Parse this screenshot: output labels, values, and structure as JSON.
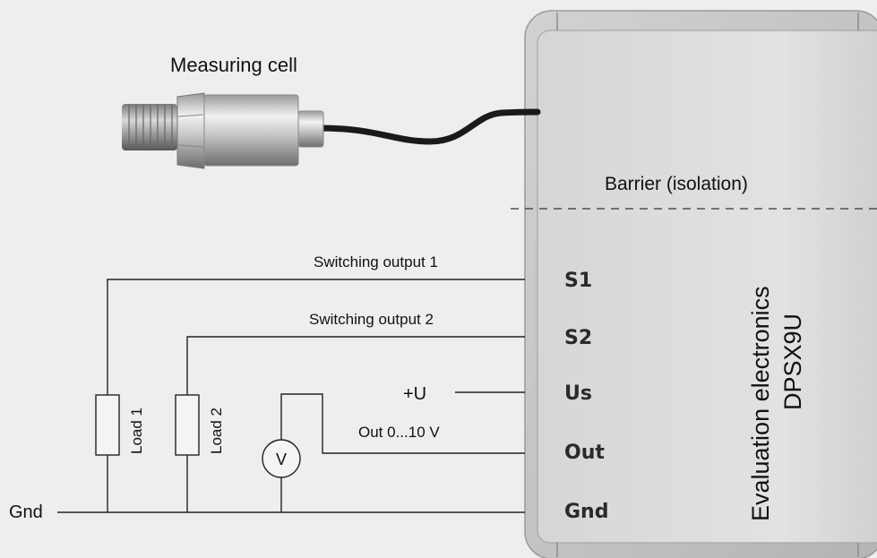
{
  "labels": {
    "measuring_cell": "Measuring cell",
    "barrier": "Barrier (isolation)",
    "switching_output_1": "Switching output 1",
    "switching_output_2": "Switching output  2",
    "plus_u": "+U",
    "out_range": "Out 0...10 V",
    "gnd_left": "Gnd",
    "load_1": "Load 1",
    "load_2": "Load 2",
    "voltmeter": "V",
    "device_line1": "Evaluation electronics",
    "device_line2": "DPSX9U"
  },
  "terminals": [
    "S1",
    "S2",
    "Us",
    "Out",
    "Gnd"
  ],
  "colors": {
    "background": "#eeeeee",
    "housing_outer": "#bdbdbd",
    "housing_inner": "#dadada",
    "wire": "#222222"
  }
}
